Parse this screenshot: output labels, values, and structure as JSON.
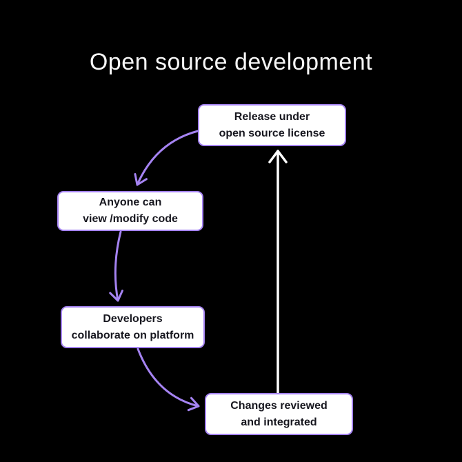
{
  "title": "Open source development",
  "colors": {
    "background": "#000000",
    "title": "#f7f7f7",
    "node_fill": "#ffffff",
    "node_border": "#a583f2",
    "node_text": "#17171f",
    "cycle_arrow": "#a583f2",
    "return_arrow": "#ffffff"
  },
  "nodes": [
    {
      "id": "release-license",
      "lines": [
        "Release under",
        "open source license"
      ]
    },
    {
      "id": "view-modify",
      "lines": [
        "Anyone can",
        "view /modify code"
      ]
    },
    {
      "id": "collaborate",
      "lines": [
        "Developers",
        "collaborate on platform"
      ]
    },
    {
      "id": "review-integrate",
      "lines": [
        "Changes reviewed",
        "and integrated"
      ]
    }
  ],
  "arrows": [
    {
      "from": "release-license",
      "to": "view-modify",
      "style": "curved-purple"
    },
    {
      "from": "view-modify",
      "to": "collaborate",
      "style": "curved-purple"
    },
    {
      "from": "collaborate",
      "to": "review-integrate",
      "style": "curved-purple"
    },
    {
      "from": "review-integrate",
      "to": "release-license",
      "style": "straight-white"
    }
  ]
}
